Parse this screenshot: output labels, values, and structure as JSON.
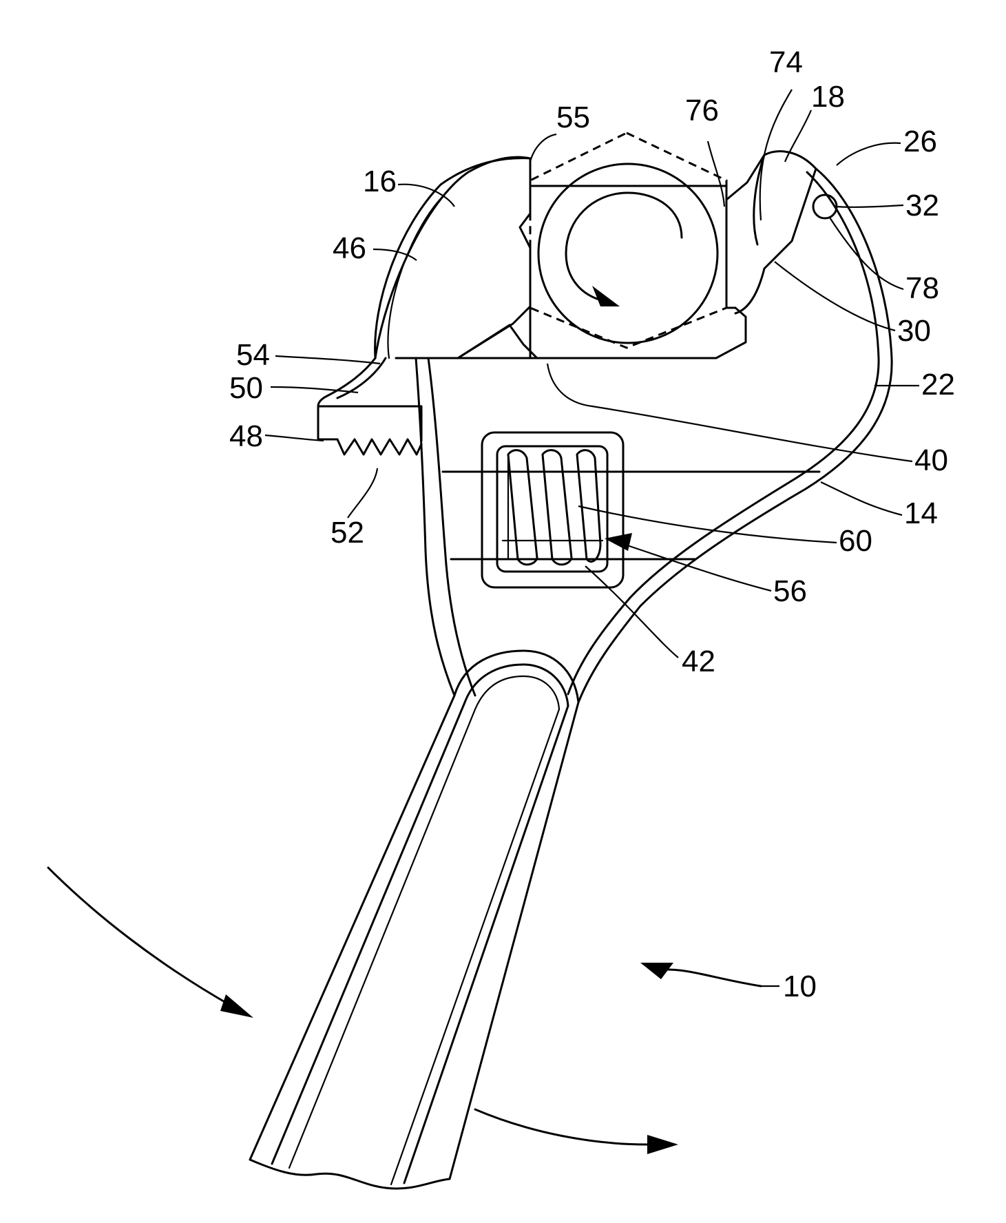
{
  "figure": {
    "reference_labels": {
      "wrench": "10",
      "body": "14",
      "fixed_jaw": "16",
      "pivot_jaw": "18",
      "head": "22",
      "jaw_end": "26",
      "jaw_face": "30",
      "pivot_pin": "32",
      "lower_face": "40",
      "worm_pocket": "42",
      "movable_jaw": "46",
      "rack": "48",
      "jaw_shank": "50",
      "rack_teeth": "52",
      "jaw_tip": "54",
      "jaw_face_corner": "55",
      "worm_window": "56",
      "worm_gear": "60",
      "jaw_inner_face": "74",
      "nut_contact": "76",
      "pin_hole": "78"
    }
  }
}
